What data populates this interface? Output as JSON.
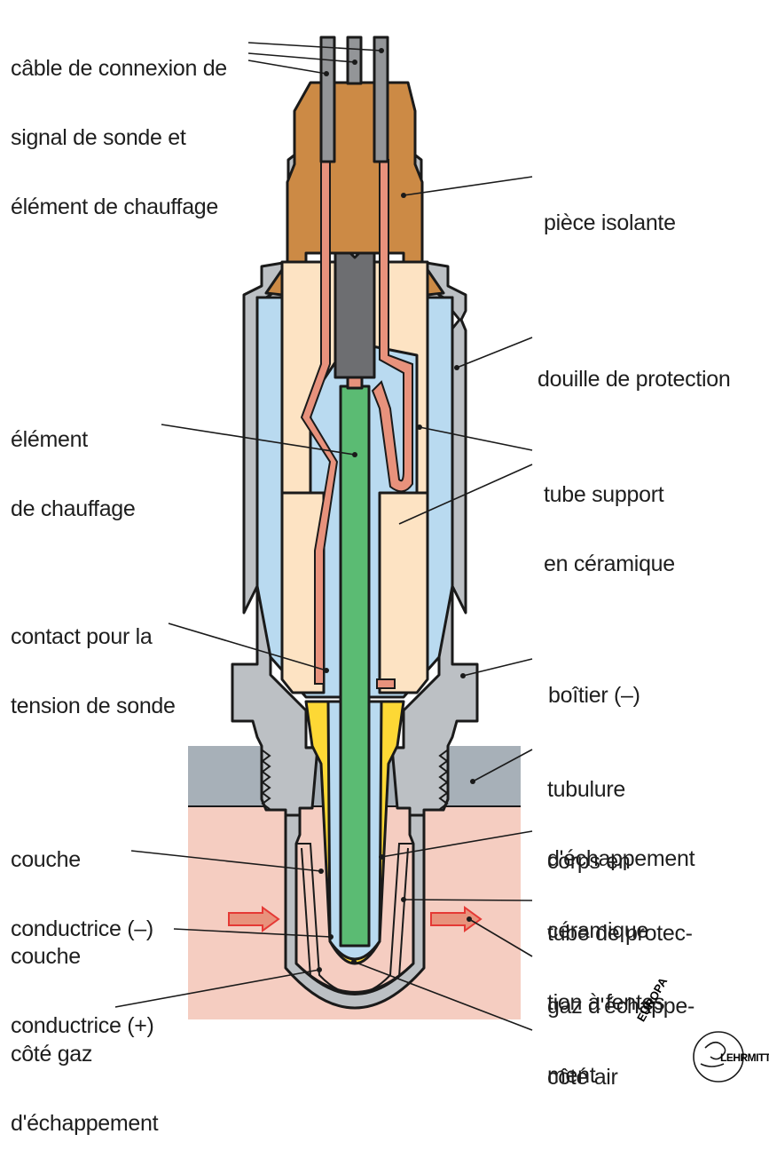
{
  "title": "Sonde lambda (coupe)",
  "colors": {
    "insulator": "#cc8a45",
    "cable": "#939598",
    "cable_dark": "#6d6e71",
    "wire": "#e8927c",
    "air": "#b9daf0",
    "ceramic_support": "#fde3c3",
    "heater": "#5bbb73",
    "ceramic_body": "#fdd835",
    "housing": "#bcc0c4",
    "exhaust_pipe": "#a7b0b8",
    "exhaust_gas": "#f5cdc1",
    "arrow": "#e53935",
    "text": "#1e1e1e"
  },
  "labels": {
    "cable": [
      "câble de connexion de",
      "signal de sonde et",
      "élément de chauffage"
    ],
    "insulator": [
      "pièce isolante"
    ],
    "protective_sleeve": [
      "douille de protection"
    ],
    "heater": [
      "élément",
      "de chauffage"
    ],
    "ceramic_support_tube": [
      "tube support",
      "en céramique"
    ],
    "contact": [
      "contact pour la",
      "tension de sonde"
    ],
    "housing": [
      "boîtier (–)"
    ],
    "exhaust_pipe": [
      "tubulure",
      "d'échappement"
    ],
    "layer_neg": [
      "couche",
      "conductrice (–)"
    ],
    "ceramic_body": [
      "corps en",
      "céramique"
    ],
    "slotted_tube": [
      "tube de protec-",
      "tion à fentes"
    ],
    "layer_pos": [
      "couche",
      "conductrice (+)"
    ],
    "exhaust_gas": [
      "gaz d'échappe-",
      "ment"
    ],
    "exhaust_side": [
      "côté gaz",
      "d'échappement"
    ],
    "air_side": [
      "côté air"
    ]
  },
  "logo": {
    "top_text": "EUROPA",
    "side_text": "LEHRMITTEL",
    "icon": "globe-europe-icon"
  }
}
